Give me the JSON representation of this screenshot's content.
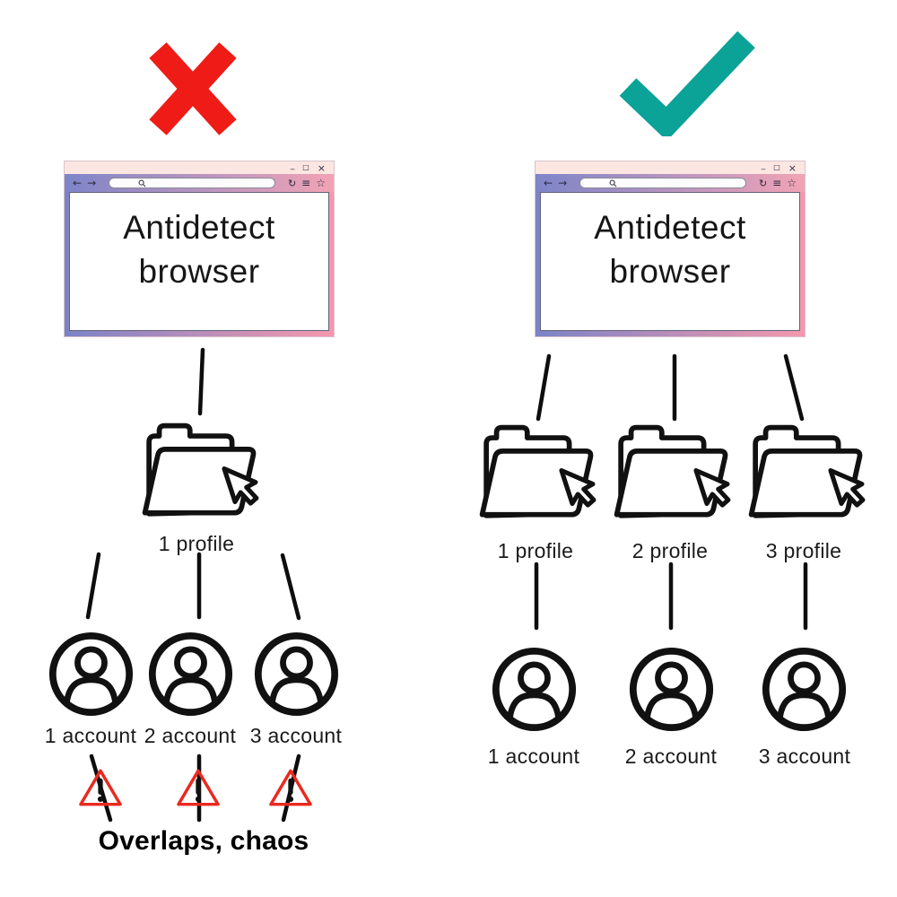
{
  "colors": {
    "cross_red": "#ee1b17",
    "check_teal": "#0ba297",
    "warning_red": "#e92a1f",
    "ink": "#111111",
    "browser_titlebar_bg": "#fce6e2",
    "browser_nav_gradient_left": "#7d85c9",
    "browser_nav_gradient_right": "#f2a3b5"
  },
  "browser": {
    "title_line1": "Antidetect",
    "title_line2": "browser",
    "controls": {
      "minimize": "_",
      "maximize": "□",
      "close": "×"
    },
    "nav": {
      "back": "←",
      "forward": "→",
      "refresh": "↻",
      "menu": "≡",
      "favorite": "☆"
    }
  },
  "left": {
    "verdict": "rejected",
    "profiles": [
      "1 profile"
    ],
    "accounts": [
      "1 account",
      "2 account",
      "3 account"
    ],
    "warnings_count": 3,
    "caption": "Overlaps, chaos"
  },
  "right": {
    "verdict": "approved",
    "profiles": [
      "1 profile",
      "2 profile",
      "3 profile"
    ],
    "accounts": [
      "1 account",
      "2 account",
      "3 account"
    ]
  }
}
